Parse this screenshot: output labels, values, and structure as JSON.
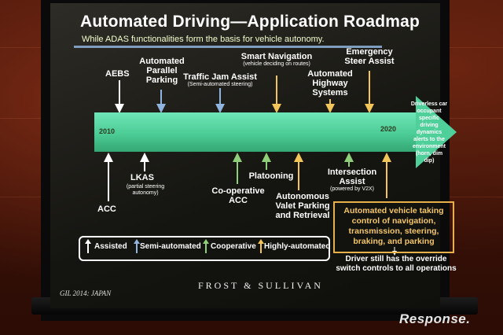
{
  "slide": {
    "title": "Automated Driving—Application Roadmap",
    "subtitle": "While ADAS functionalities form the basis for vehicle autonomy.",
    "year_start": "2010",
    "year_end": "2020",
    "above": {
      "aebs": "AEBS",
      "parking": "Automated Parallel Parking",
      "traffic_jam": "Traffic Jam Assist",
      "traffic_jam_note": "(Semi-automated steering)",
      "smart_nav": "Smart Navigation",
      "smart_nav_note": "(vehicle deciding on routes)",
      "highway": "Automated Highway Systems",
      "emergency": "Emergency Steer Assist"
    },
    "below": {
      "acc": "ACC",
      "lkas": "LKAS",
      "lkas_note": "(partial steering autonomy)",
      "coop_acc": "Co-operative ACC",
      "platooning": "Platooning",
      "valet": "Autonomous Valet Parking and Retrieval",
      "intersection": "Intersection Assist",
      "intersection_note": "(powered by V2X)"
    },
    "side_text": "Driverless car occupant specific driving dynamics alerts to the environment (horn, dim dip)",
    "callout": "Automated vehicle taking control of navigation, transmission, steering, braking, and parking",
    "override": "Driver still has the override switch controls to all operations",
    "legend": {
      "assisted": "Assisted",
      "semi": "Semi-automated",
      "cooperative": "Cooperative",
      "highly": "Highly-automated"
    },
    "footer_left": "GIL 2014: JAPAN",
    "brand": "FROST & SULLIVAN"
  },
  "watermark": "Response.",
  "colors": {
    "assisted": "#ffffff",
    "semi": "#8fb4e0",
    "cooperative": "#8fcf7a",
    "highly": "#f2c55a",
    "timeline": "#4fcf9a"
  }
}
